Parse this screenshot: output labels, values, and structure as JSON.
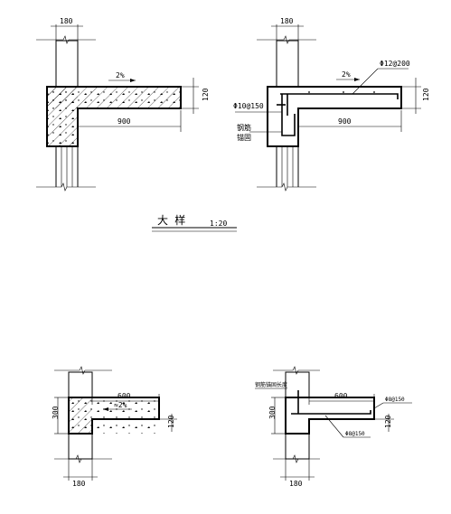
{
  "canvas": {
    "width": 499,
    "height": 569
  },
  "d1": {
    "wall": "180",
    "depth": "120",
    "span": "900",
    "slope": "2%"
  },
  "d2": {
    "wall": "180",
    "depth": "120",
    "span": "900",
    "slope": "2%",
    "rebar_top": "Φ12@200",
    "rebar_vert": "Φ10@150",
    "note_line1": "钢筋",
    "note_line2": "锚固"
  },
  "title": {
    "text": "大 样",
    "scale": "1:20"
  },
  "d3": {
    "wall": "180",
    "height": "300",
    "span": "600",
    "depth": "120",
    "slope": "≈2%"
  },
  "d4": {
    "wall": "180",
    "height": "300",
    "span": "600",
    "depth": "120",
    "left_note": "钢筋锚固长度",
    "right_note": "Φ8@150",
    "bottom_note": "Φ8@150"
  }
}
